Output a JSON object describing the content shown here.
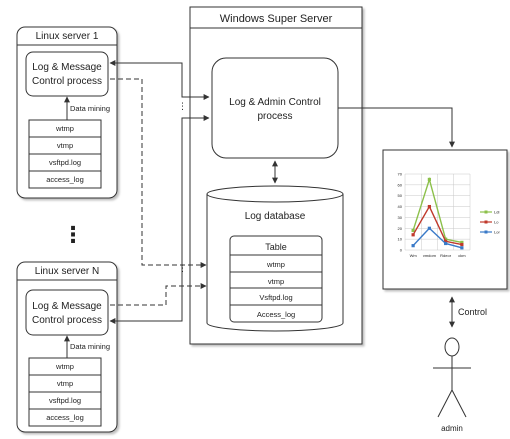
{
  "linux_server_1": {
    "title": "Linux server 1",
    "process": [
      "Log & Message",
      "Control process"
    ],
    "data_mining": "Data mining",
    "logs": [
      "wtmp",
      "vtmp",
      "vsftpd.log",
      "access_log"
    ]
  },
  "linux_server_n": {
    "title": "Linux server N",
    "process": [
      "Log & Message",
      "Control process"
    ],
    "data_mining": "Data mining",
    "logs": [
      "wtmp",
      "vtmp",
      "vsftpd.log",
      "access_log"
    ]
  },
  "windows_server": {
    "title": "Windows Super Server",
    "process": [
      "Log & Admin Control",
      "process"
    ],
    "database_label": "Log database",
    "table_title": "Table",
    "table_rows": [
      "wtmp",
      "vtmp",
      "Vsftpd.log",
      "Access_log"
    ]
  },
  "ellipsis": "⋮",
  "control_label": "Control",
  "admin_label": "admin",
  "colors": {
    "green": "#8cc04a",
    "red": "#c0392b",
    "blue": "#3a7ac8",
    "grid": "#c8c8c8"
  },
  "chart_data": {
    "type": "line",
    "categories": [
      "Wm",
      "vmdom",
      "Rdeor",
      "ckm"
    ],
    "ylim": [
      0,
      70
    ],
    "y_ticks": [
      "0",
      "10",
      "20",
      "30",
      "40",
      "50",
      "60",
      "70"
    ],
    "series": [
      {
        "name": "Ldl",
        "color": "#8cc04a",
        "values": [
          18,
          65,
          10,
          7
        ]
      },
      {
        "name": "Lo",
        "color": "#c0392b",
        "values": [
          14,
          40,
          8,
          5
        ]
      },
      {
        "name": "Lor",
        "color": "#3a7ac8",
        "values": [
          4,
          20,
          6,
          2
        ]
      }
    ]
  }
}
